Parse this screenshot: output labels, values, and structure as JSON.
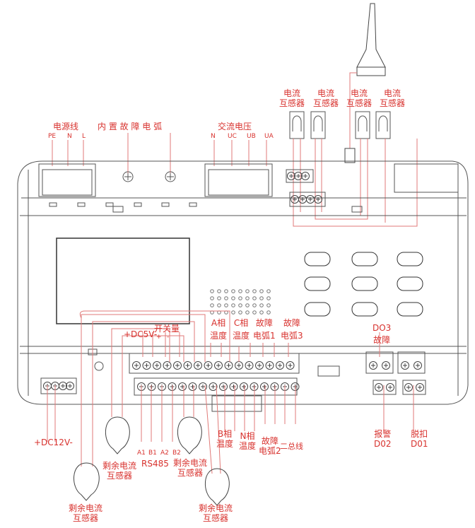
{
  "colors": {
    "label": "#d8322e",
    "wire": "#e07a78",
    "device": "#555555"
  },
  "top": {
    "power_line": "电源线",
    "pe": "PE",
    "n": "N",
    "l": "L",
    "builtin_arc": "内 置 故 障 电 弧",
    "ac_voltage": "交流电压",
    "v_n": "N",
    "uc": "UC",
    "ub": "UB",
    "ua": "UA",
    "ct_line1": "电流",
    "ct_line2": "互感器"
  },
  "middle": {
    "dc5v": "+DC5V-",
    "switch": "开关量",
    "plus": "+",
    "minus": "-",
    "a_phase": "A相",
    "c_phase": "C相",
    "temp": "温度",
    "fault": "故障",
    "arc1": "电弧1",
    "arc3": "电弧3",
    "do3": "DO3",
    "do3_fault": "故障"
  },
  "bottom": {
    "dc12v": "+DC12V-",
    "a1": "A1",
    "b1": "B1",
    "a2": "A2",
    "b2": "B2",
    "rs485": "RS485",
    "b_phase": "B相",
    "n_phase": "N相",
    "temp": "温度",
    "fault": "故障",
    "arc2": "电弧2",
    "two_bus": "二总线",
    "alarm": "报警",
    "d02": "D02",
    "trip": "脱扣",
    "d01": "D01",
    "rcct_line1": "剩余电流",
    "rcct_line2": "互感器"
  }
}
